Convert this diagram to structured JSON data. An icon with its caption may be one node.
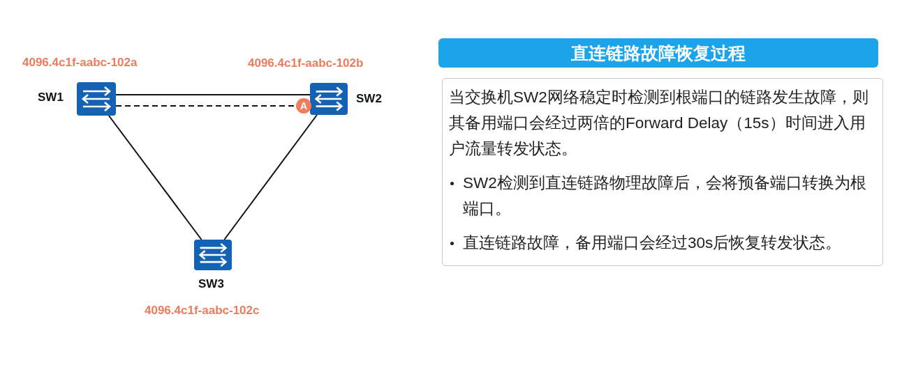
{
  "diagram": {
    "nodes": [
      {
        "text": [
          "SW1"
        ],
        "beside": [
          "4096.4c1f-aabc-102a"
        ]
      },
      {
        "text": [
          "SW2"
        ],
        "beside": [
          "4096.4c1f-aabc-102b"
        ]
      },
      {
        "text": [
          "SW3"
        ],
        "beside": [
          "4096.4c1f-aabc-102c"
        ]
      },
      {
        "text": [
          "A"
        ]
      },
      {
        "text": [
          "直连链路故障恢复过程"
        ]
      },
      {
        "text": [
          "当交换机SW2网络稳定时检测到根端口的链路发生故障，则其备用端口会经过两倍的Forward Delay（15s）时间进入用户流量转发状态。",
          "SW2检测到直连链路物理故障后，会将预备端口转换为根端口。",
          "直连链路故障，备用端口会经过30s后恢复转发状态。"
        ]
      }
    ],
    "edges": [
      {
        "from": 0,
        "to": 1,
        "arrow": "none"
      },
      {
        "from": 0,
        "to": 3,
        "arrow": "none",
        "style": "dashed"
      },
      {
        "from": 0,
        "to": 2,
        "arrow": "none"
      },
      {
        "from": 1,
        "to": 2,
        "arrow": "none"
      }
    ]
  }
}
